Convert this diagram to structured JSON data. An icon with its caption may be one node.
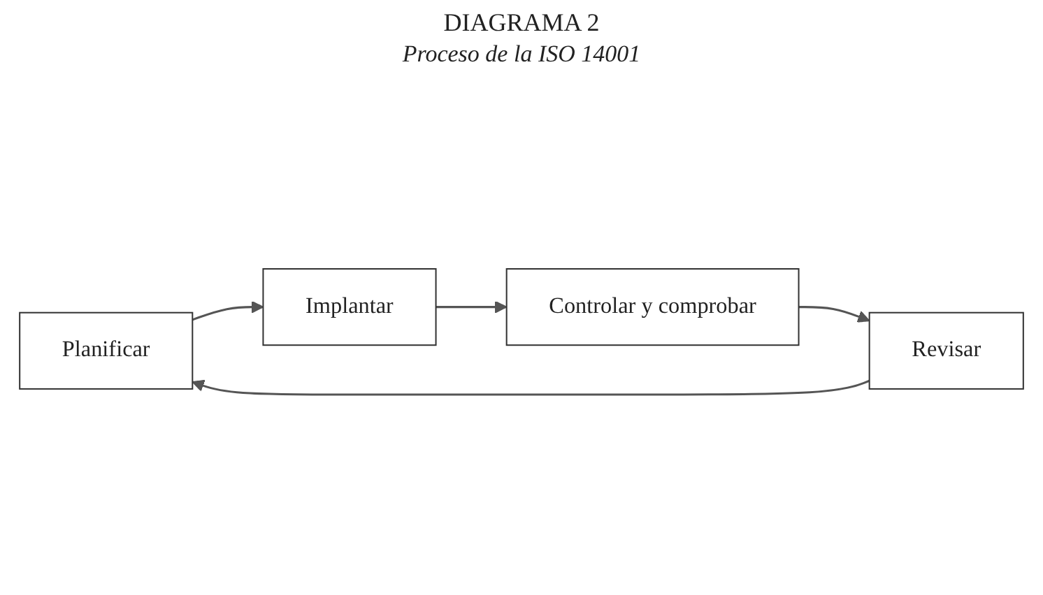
{
  "diagram": {
    "title": "DIAGRAMA 2",
    "caption": "Proceso de la ISO 14001",
    "nodes": [
      {
        "text": [
          "Planificar"
        ]
      },
      {
        "text": [
          "Implantar"
        ]
      },
      {
        "text": [
          "Controlar y comprobar"
        ]
      },
      {
        "text": [
          "Revisar"
        ]
      }
    ],
    "edges": [
      {
        "from": 0,
        "to": 1,
        "arrow": "to"
      },
      {
        "from": 1,
        "to": 2,
        "arrow": "to"
      },
      {
        "from": 2,
        "to": 3,
        "arrow": "to"
      },
      {
        "from": 3,
        "to": 0,
        "arrow": "to"
      }
    ]
  }
}
